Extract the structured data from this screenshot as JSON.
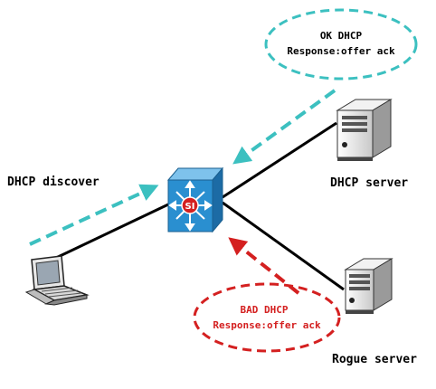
{
  "labels": {
    "client": "DHCP discover",
    "dhcp_server": "DHCP server",
    "rogue_server": "Rogue server"
  },
  "callouts": {
    "ok": {
      "line1": "OK DHCP",
      "line2": "Response:offer ack"
    },
    "bad": {
      "line1": "BAD DHCP",
      "line2": "Response:offer ack"
    }
  },
  "switch_badge": "SI",
  "colors": {
    "ok": "#3cc0c0",
    "bad": "#d42020",
    "switch_fill": "#2a8fd0",
    "link": "#000000"
  },
  "icons": {
    "client": "laptop-icon",
    "switch": "layer3-switch-icon",
    "dhcp_server": "server-tower-icon",
    "rogue_server": "server-tower-icon"
  }
}
